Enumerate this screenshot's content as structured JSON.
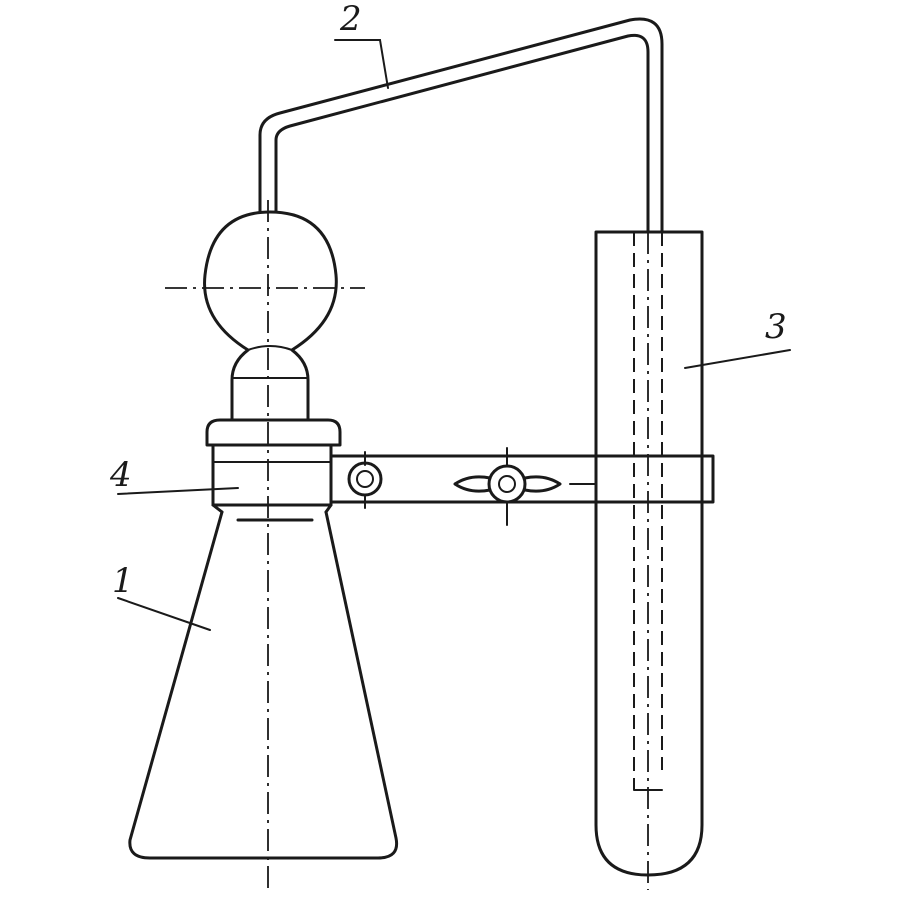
{
  "callouts": [
    {
      "id": "flask",
      "label": "1"
    },
    {
      "id": "tube",
      "label": "2"
    },
    {
      "id": "test-tube",
      "label": "3"
    },
    {
      "id": "clamp",
      "label": "4"
    }
  ]
}
